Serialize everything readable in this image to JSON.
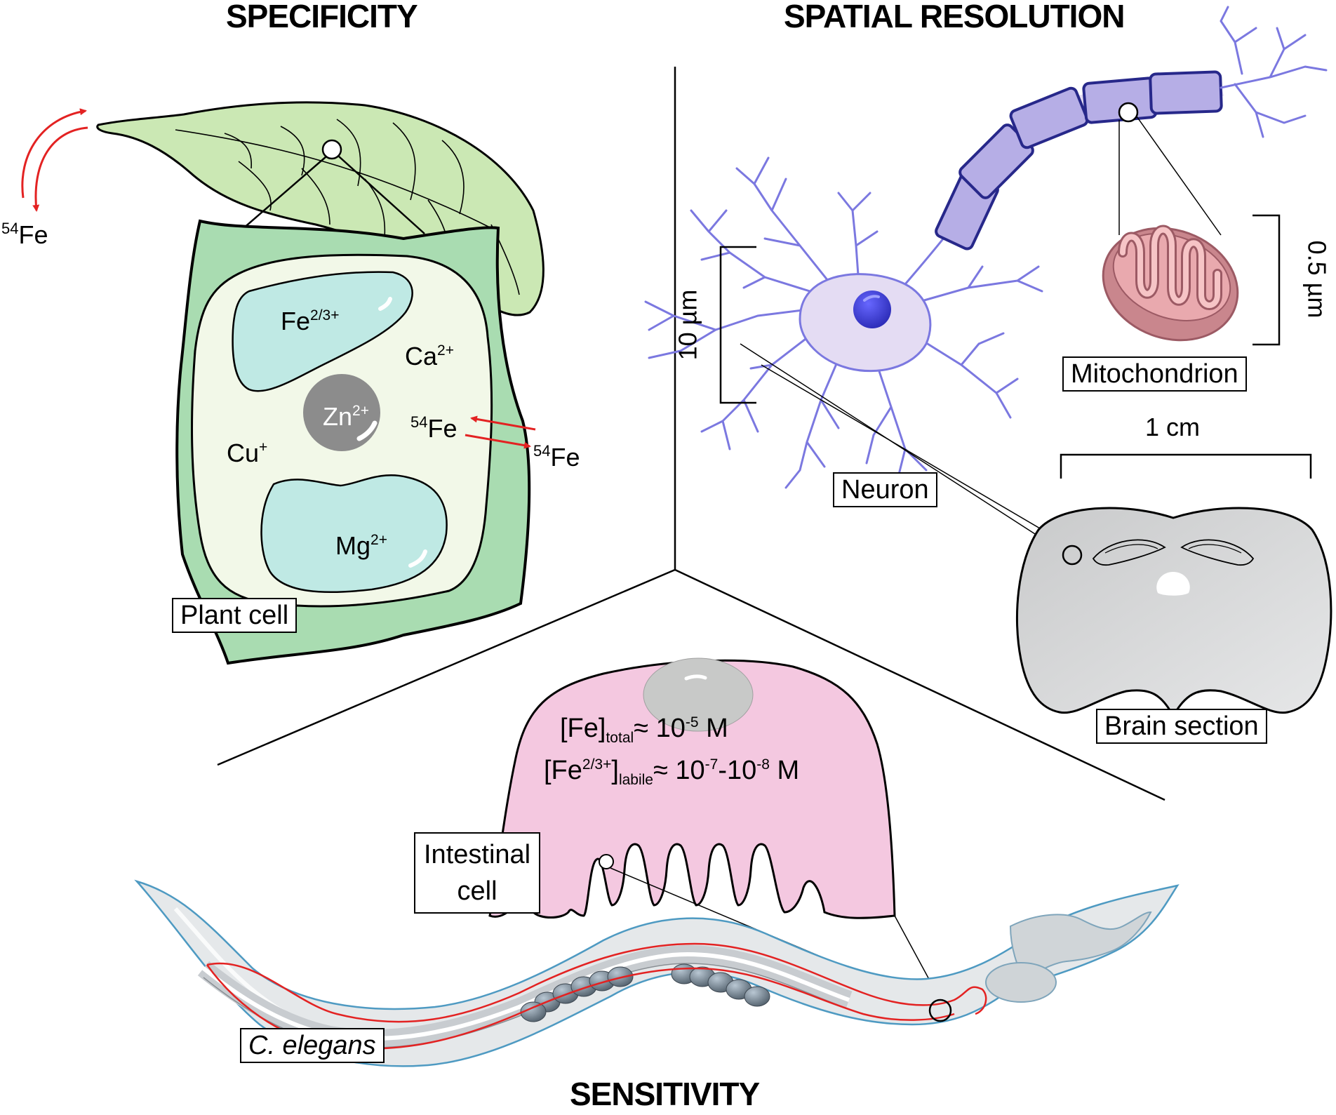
{
  "headings": {
    "specificity": "SPECIFICITY",
    "spatial_resolution": "SPATIAL RESOLUTION",
    "sensitivity": "SENSITIVITY"
  },
  "plant_panel": {
    "label": "Plant cell",
    "isotope_outside": {
      "mass": "54",
      "element": "Fe"
    },
    "isotope_inside": {
      "mass": "54",
      "element": "Fe"
    },
    "isotope_exit": {
      "mass": "54",
      "element": "Fe"
    },
    "ions": {
      "fe": {
        "base": "Fe",
        "charge": "2/3+"
      },
      "ca": {
        "base": "Ca",
        "charge": "2+"
      },
      "zn": {
        "base": "Zn",
        "charge": "2+"
      },
      "cu": {
        "base": "Cu",
        "charge": "+"
      },
      "mg": {
        "base": "Mg",
        "charge": "2+"
      }
    }
  },
  "spatial_panel": {
    "neuron_label": "Neuron",
    "mitochondrion_label": "Mitochondrion",
    "brain_label": "Brain section",
    "scale_neuron": "10 µm",
    "scale_mito": "0.5 µm",
    "scale_brain": "1 cm"
  },
  "sensitivity_panel": {
    "intestinal_label_line1": "Intestinal",
    "intestinal_label_line2": "cell",
    "worm_label": "C. elegans",
    "total": {
      "prefix": "[Fe]",
      "sub": "total",
      "approx": "≈ 10",
      "exp": "-5",
      "unit": " M"
    },
    "labile": {
      "prefix": "[Fe",
      "sup": "2/3+",
      "close": "]",
      "sub": "labile",
      "approx": "≈ 10",
      "exp1": "-7",
      "mid": "-10",
      "exp2": "-8",
      "unit": " M"
    }
  },
  "colors": {
    "leaf": "#cbe8b4",
    "cell_wall": "#a9dcb1",
    "vacuole": "#f2f8e8",
    "organelle": "#bfe9e4",
    "zn": "#8c8c8c",
    "neuron": "#e4dcf3",
    "neuron_stroke": "#7b78e0",
    "myelin": "#b6aee6",
    "myelin_stroke": "#27288a",
    "nucleus": "#3a3acb",
    "mitochondrion": "#c9868d",
    "brain": "#d6d7d8",
    "intestinal": "#f4c8e0",
    "worm": "#e5e8ea",
    "iron_arrow": "#e32222"
  }
}
